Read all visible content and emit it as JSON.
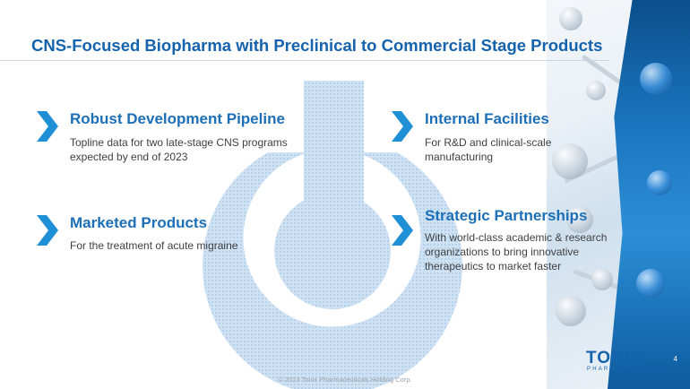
{
  "slide": {
    "title": "CNS-Focused Biopharma with Preclinical to Commercial Stage Products",
    "blocks": [
      {
        "heading": "Robust Development Pipeline",
        "body": "Topline data for two late-stage CNS programs expected by end of 2023"
      },
      {
        "heading": "Internal Facilities",
        "body": "For R&D and clinical-scale manufacturing"
      },
      {
        "heading": "Marketed Products",
        "body": "For the treatment of acute migraine"
      },
      {
        "heading": "Strategic Partnerships",
        "body": "With world-class academic & research organizations to bring innovative therapeutics to market faster"
      }
    ],
    "footer": "© 2023 Tonix Pharmaceuticals Holding Corp.",
    "page_number": "4",
    "logo": {
      "wordmark": "TONIX",
      "tagline": "PHARMACEUTICALS"
    },
    "icons": {
      "bullet": "chevron-right-icon",
      "watermark": "power-icon"
    }
  },
  "colors": {
    "title": "#1562ad",
    "heading": "#1d6fb8",
    "body": "#3f3f3f",
    "accent": "#1f8fd6"
  }
}
